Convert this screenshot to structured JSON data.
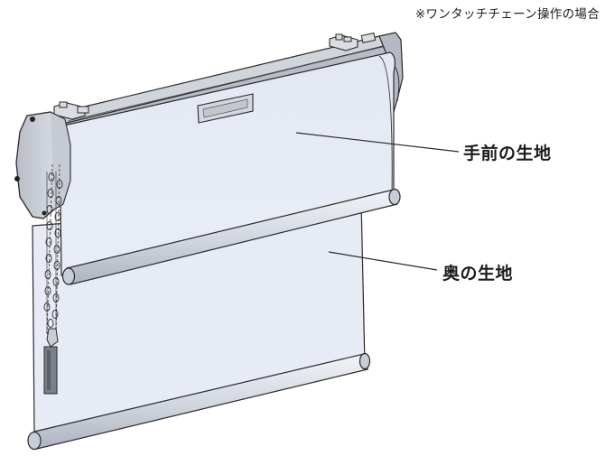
{
  "note": "※ワンタッチチェーン操作の場合",
  "labels": {
    "front_fabric": "手前の生地",
    "back_fabric": "奥の生地"
  },
  "colors": {
    "fabric_front": "#e4e9f4",
    "fabric_back": "#e6ebf5",
    "outline": "#2b2b2b",
    "metal": "#c8ccd3",
    "bracket": "#d6d9de"
  }
}
